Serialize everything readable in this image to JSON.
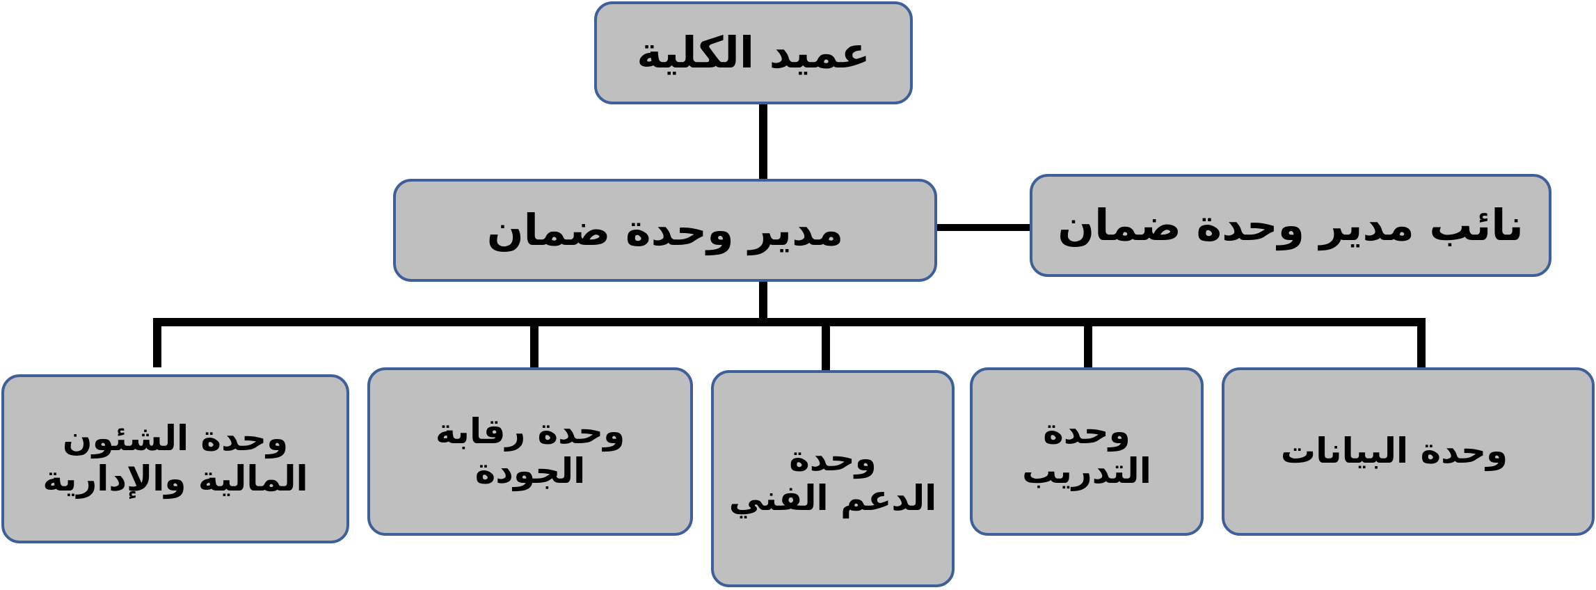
{
  "org_chart": {
    "dean": "عميد الكلية",
    "director": "مدير وحدة ضمان",
    "deputy": "نائب مدير وحدة ضمان",
    "units": {
      "finance_admin": "وحدة الشئون\nالمالية والإدارية",
      "quality_control": "وحدة رقابة\nالجودة",
      "technical_support": "وحدة\nالدعم الفني",
      "training": "وحدة\nالتدريب",
      "data": "وحدة البيانات"
    }
  },
  "colors": {
    "box_fill": "#bfbfbf",
    "box_border": "#3f5f9a",
    "connector": "#000000",
    "text": "#000000"
  }
}
